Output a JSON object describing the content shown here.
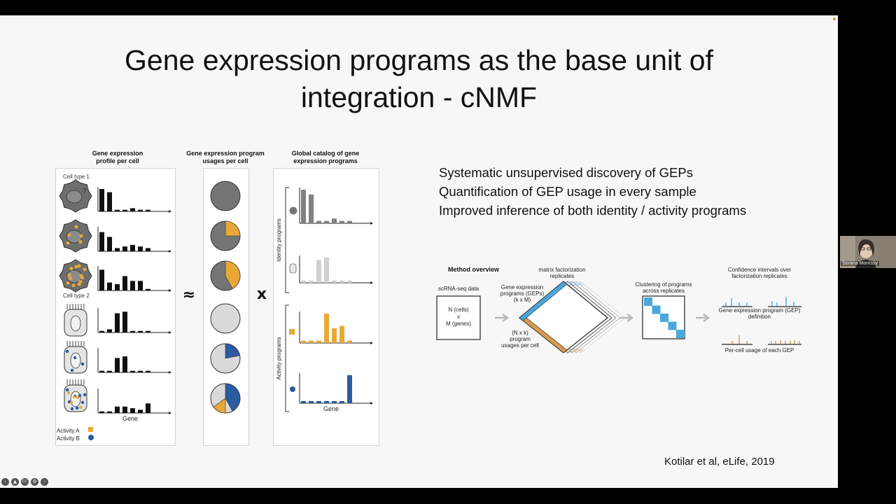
{
  "slide": {
    "title_line1": "Gene expression programs as the base unit of",
    "title_line2": "integration - cNMF",
    "bullets": [
      "Systematic unsupervised discovery of GEPs",
      "Quantification of GEP usage in every sample",
      "Improved inference of both identity / activity programs"
    ],
    "citation": "Kotilar et al, eLife, 2019"
  },
  "figure_left": {
    "panel1_heading": "Gene expression\nprofile per cell",
    "panel2_heading": "Gene expression program\nusages per cell",
    "panel3_heading": "Global catalog of gene\nexpression programs",
    "cell_type_1": "Cell type 1",
    "cell_type_2": "Cell type 2",
    "gene_label_1": "Gene",
    "gene_label_2": "Gene",
    "approx_symbol": "≈",
    "times_symbol": "x",
    "identity_programs": "Identity programs",
    "activity_programs": "Activity programs",
    "legend_a": "Activity A",
    "legend_b": "Activity B",
    "question_mark": "?",
    "colors": {
      "activity_a": "#e8a838",
      "activity_b": "#2a5aa0",
      "bar": "#111111",
      "identity_gray": "#808080"
    },
    "cell_profiles": [
      [
        14,
        12,
        1,
        1,
        2,
        1,
        1
      ],
      [
        12,
        9,
        2,
        3,
        4,
        3,
        2
      ],
      [
        13,
        5,
        4,
        9,
        6,
        6,
        1
      ],
      [
        1,
        2,
        12,
        13,
        1,
        1,
        1
      ],
      [
        1,
        1,
        9,
        10,
        1,
        1,
        1
      ],
      [
        1,
        1,
        4,
        4,
        3,
        2,
        6
      ]
    ],
    "pie_usages": [
      {
        "a": 0,
        "b": 0
      },
      {
        "a": 0.25,
        "b": 0
      },
      {
        "a": 0.42,
        "b": 0
      },
      {
        "a": 0,
        "b": 0
      },
      {
        "a": 0,
        "b": 0.22
      },
      {
        "a": 0.15,
        "b": 0.42
      }
    ],
    "identity_program_1": [
      14,
      12,
      1,
      1,
      2,
      1,
      1
    ],
    "identity_program_2": [
      1,
      1,
      10,
      11,
      1,
      1,
      1
    ],
    "activity_program_a": [
      1,
      1,
      1,
      12,
      6,
      7,
      1
    ],
    "activity_program_b": [
      1,
      1,
      1,
      1,
      1,
      1,
      13
    ]
  },
  "figure_right": {
    "method_overview": "Method overview",
    "scrna_label": "scRNA-seq data",
    "matrix_line1": "N (cells)",
    "matrix_line2": "x",
    "matrix_line3": "M (genes)",
    "gep_label_1": "Gene expression",
    "gep_label_2": "programs (GEPs)",
    "gep_label_3": "(k x M)",
    "usage_label_1": "(N x k)",
    "usage_label_2": "program",
    "usage_label_3": "usages per cell",
    "factor_label_1": "matrix factorization",
    "factor_label_2": "replicates",
    "cluster_label_1": "Clustering of programs",
    "cluster_label_2": "across replicates",
    "ci_label_1": "Confidence intervals over",
    "ci_label_2": "factorization replicates",
    "gep_def_1": "Gene expression program (GEP)",
    "gep_def_2": "definition",
    "per_cell_usage": "Per-cell usage of each GEP",
    "colors": {
      "blue": "#4aa8dd",
      "orange": "#d89a4e",
      "arrow": "#b8b8b8"
    }
  },
  "player": {
    "icons": [
      "play-back-icon",
      "warning-icon",
      "cc-icon",
      "settings-icon",
      "play-forward-icon"
    ],
    "labels": [
      "‹",
      "▲",
      "CC",
      "⚙",
      "›"
    ]
  },
  "participant": {
    "name": "Sorana Morrissy"
  }
}
